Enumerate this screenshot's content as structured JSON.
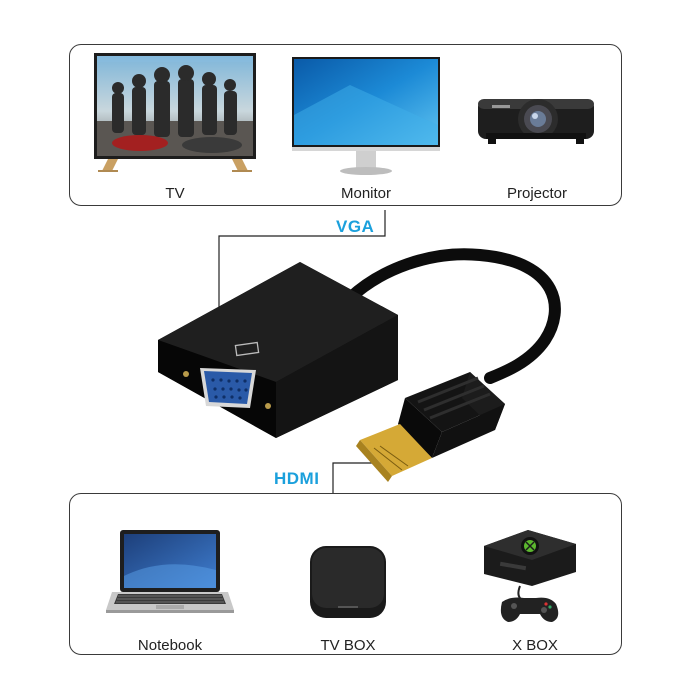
{
  "top_devices": [
    {
      "label": "TV",
      "icon": "tv-icon"
    },
    {
      "label": "Monitor",
      "icon": "monitor-icon"
    },
    {
      "label": "Projector",
      "icon": "projector-icon"
    }
  ],
  "bottom_devices": [
    {
      "label": "Notebook",
      "icon": "notebook-icon"
    },
    {
      "label": "TV BOX",
      "icon": "tv-box-icon"
    },
    {
      "label": "X BOX",
      "icon": "xbox-icon"
    }
  ],
  "ports": {
    "vga": "VGA",
    "hdmi": "HDMI"
  },
  "colors": {
    "port_label": "#1ba0dc",
    "panel_border": "#3a3a3a",
    "adapter_body": "#111111",
    "vga_port": "#2a5aa8",
    "hdmi_plug": "#c9a23a"
  }
}
